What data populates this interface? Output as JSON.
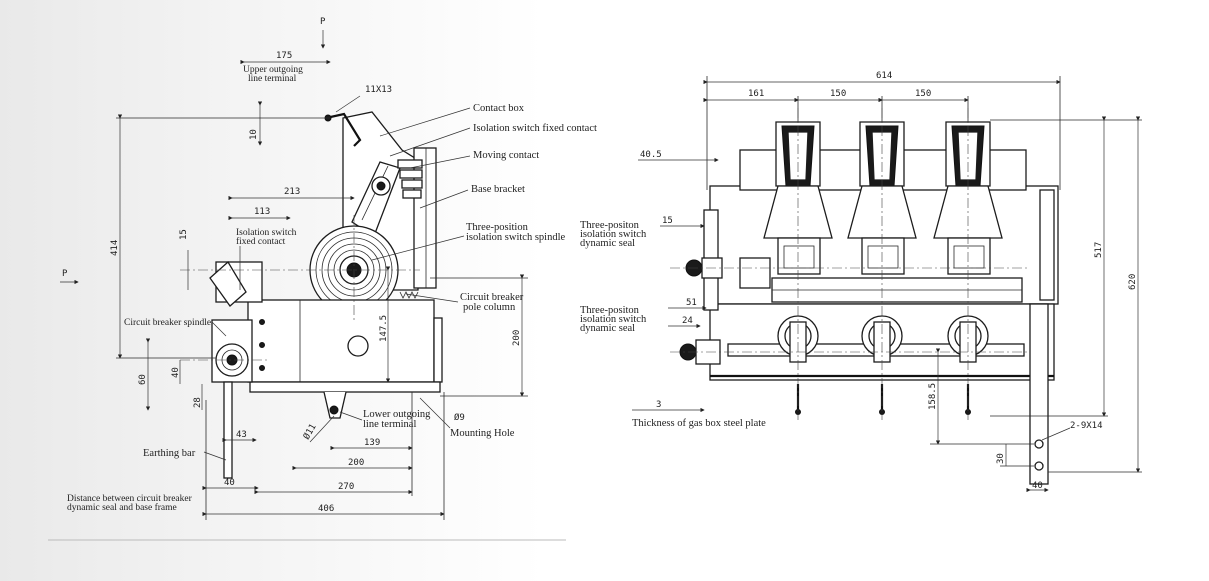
{
  "left_view": {
    "labels": {
      "upper_outgoing": [
        "Upper outgoing",
        "line terminal"
      ],
      "contact_box": "Contact box",
      "iso_fixed_contact": "Isolation switch fixed contact",
      "moving_contact": "Moving contact",
      "base_bracket": "Base bracket",
      "three_pos_spindle": [
        "Three-position",
        "isolation switch spindle"
      ],
      "iso_switch_fixed": [
        "Isolation switch",
        "fixed contact"
      ],
      "cb_pole_column": [
        "Circuit breaker",
        "pole column"
      ],
      "cb_spindle": "Circuit breaker spindle",
      "lower_outgoing": [
        "Lower outgoing",
        "line terminal"
      ],
      "mounting_hole": "Mounting Hole",
      "earthing_bar": "Earthing bar",
      "distance_note": [
        "Distance between circuit breaker",
        "dynamic seal and base frame"
      ]
    },
    "dims": {
      "d175": "175",
      "d11x13": "11X13",
      "d10": "10",
      "d213": "213",
      "d113": "113",
      "d15": "15",
      "d414": "414",
      "d147": "147.5",
      "d200v": "200",
      "d60": "60",
      "d40v": "40",
      "d28": "28",
      "d43": "43",
      "d11": "Ø11",
      "d9": "Ø9",
      "d139": "139",
      "d200h": "200",
      "d40h": "40",
      "d270": "270",
      "d406": "406",
      "p_top": "P",
      "p_left": "P"
    }
  },
  "right_view": {
    "labels": {
      "three_pos_seal_1": [
        "Three-positon",
        "isolation switch",
        "dynamic seal"
      ],
      "three_pos_seal_2": [
        "Three-positon",
        "isolation switch",
        "dynamic seal"
      ],
      "gas_box": "Thickness of gas box steel plate"
    },
    "dims": {
      "d614": "614",
      "d161": "161",
      "d150a": "150",
      "d150b": "150",
      "d40_5": "40.5",
      "d15": "15",
      "d51": "51",
      "d24": "24",
      "d3": "3",
      "d517": "517",
      "d620": "620",
      "d158": "158.5",
      "d2_9x14": "2-9X14",
      "d30": "30",
      "d40": "40"
    }
  }
}
